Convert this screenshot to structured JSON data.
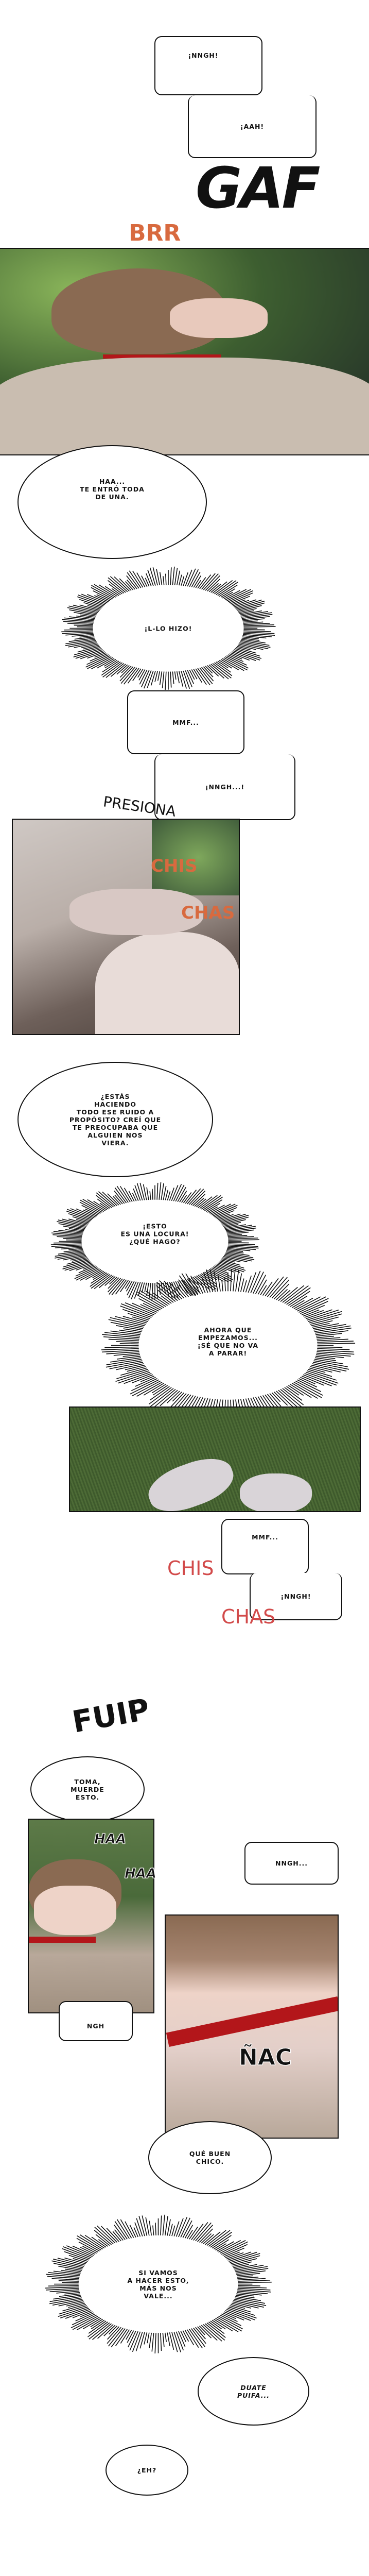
{
  "colors": {
    "sfx_orange": "#d86a3f",
    "sfx_red": "#d24a4a",
    "foliage": "#4f7a3a",
    "grass": "#3f5a2e",
    "skin": "#e7c3b4",
    "collar": "#b3161a"
  },
  "bubbles": {
    "b1": "¡NNGH!",
    "b2": "¡AAH!",
    "b3": "HAA...\nTE ENTRÓ TODA\nDE UNA.",
    "b4": "¡L-LO HIZO!",
    "b5": "MMF...",
    "b6": "¡NNGH...!",
    "b7": "¿ESTÁS\nHACIENDO\nTODO ESE RUIDO A\nPROPÓSITO? CREÍ QUE\nTE PREOCUPABA QUE\nALGUIEN NOS\nVIERA.",
    "b8": "¡ESTO\nES UNA LOCURA!\n¿QUÉ HAGO?",
    "b9": "AHORA QUE\nEMPEZAMOS...\n¡SÉ QUE NO VA\nA PARAR!",
    "b10": "MMF...",
    "b11": "¡NNGH!",
    "b12": "TOMA,\nMUERDE\nESTO.",
    "b13": "NNGH...",
    "b14": "NGH",
    "b15": "QUÉ BUEN\nCHICO.",
    "b16": "SI VAMOS\nA HACER ESTO,\nMÁS NOS\nVALE...",
    "b17": "DUATE\nPUIFA...",
    "b18": "¿EH?"
  },
  "sfx": {
    "gaf": "GAF",
    "brr": "BRR",
    "presiona": "PRESIONA",
    "chis1": "CHIS",
    "chas1": "CHAS",
    "chis2": "CHIS",
    "chas2": "CHAS",
    "fuip": "FUIP",
    "haa1": "HAA",
    "haa2": "HAA",
    "nac": "ÑAC"
  }
}
